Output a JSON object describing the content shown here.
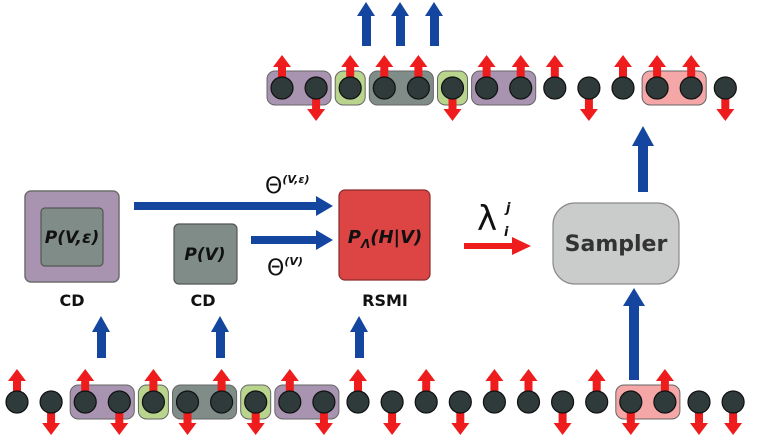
{
  "boxes": {
    "cd_joint": {
      "inner_text": "P(V,ε)",
      "label": "CD"
    },
    "cd_visible": {
      "text": "P(V)",
      "label": "CD"
    },
    "rsmi": {
      "text_main": "P",
      "text_sub": "Λ",
      "text_rest": "(H|V)",
      "label": "RSMI"
    },
    "sampler": {
      "text": "Sampler"
    }
  },
  "params": {
    "theta_joint": {
      "symbol": "Θ",
      "superscript": "(V,ε)"
    },
    "theta_visible": {
      "symbol": "Θ",
      "superscript": "(V)"
    },
    "lambda": {
      "symbol": "λ",
      "superscript": "j",
      "subscript": "i"
    }
  },
  "colors": {
    "blue_arrow": "#1446a0",
    "red_arrow": "#ee1c1c",
    "spin_ball": "#2f3a3a",
    "purple_block": "#a894b0",
    "gray_block": "#7f8c88",
    "green_block": "#b9d48c",
    "pink_block": "#f5a6a6",
    "rsmi_fill": "#dd4444",
    "sampler_fill": "#c9cccb"
  },
  "bottom_chain": {
    "spins": [
      "up",
      "down",
      "up",
      "down",
      "up",
      "down",
      "up",
      "down",
      "up",
      "down",
      "up",
      "down",
      "up",
      "down",
      "up",
      "up",
      "down",
      "up",
      "down",
      "up",
      "down",
      "down"
    ],
    "blocks": [
      {
        "color": "purple",
        "from": 2,
        "to": 3
      },
      {
        "color": "green",
        "from": 4,
        "to": 4
      },
      {
        "color": "gray",
        "from": 5,
        "to": 6
      },
      {
        "color": "green",
        "from": 7,
        "to": 7
      },
      {
        "color": "purple",
        "from": 8,
        "to": 9
      },
      {
        "color": "pink",
        "from": 18,
        "to": 19
      }
    ]
  },
  "top_chain": {
    "spins": [
      "up",
      "down",
      "up",
      "up",
      "up",
      "down",
      "up",
      "up",
      "up",
      "down",
      "up",
      "up",
      "up",
      "down"
    ],
    "blocks": [
      {
        "color": "purple",
        "from": 0,
        "to": 1
      },
      {
        "color": "green",
        "from": 2,
        "to": 2
      },
      {
        "color": "gray",
        "from": 3,
        "to": 4
      },
      {
        "color": "green",
        "from": 5,
        "to": 5
      },
      {
        "color": "purple",
        "from": 6,
        "to": 7
      },
      {
        "color": "pink",
        "from": 11,
        "to": 12
      }
    ]
  }
}
